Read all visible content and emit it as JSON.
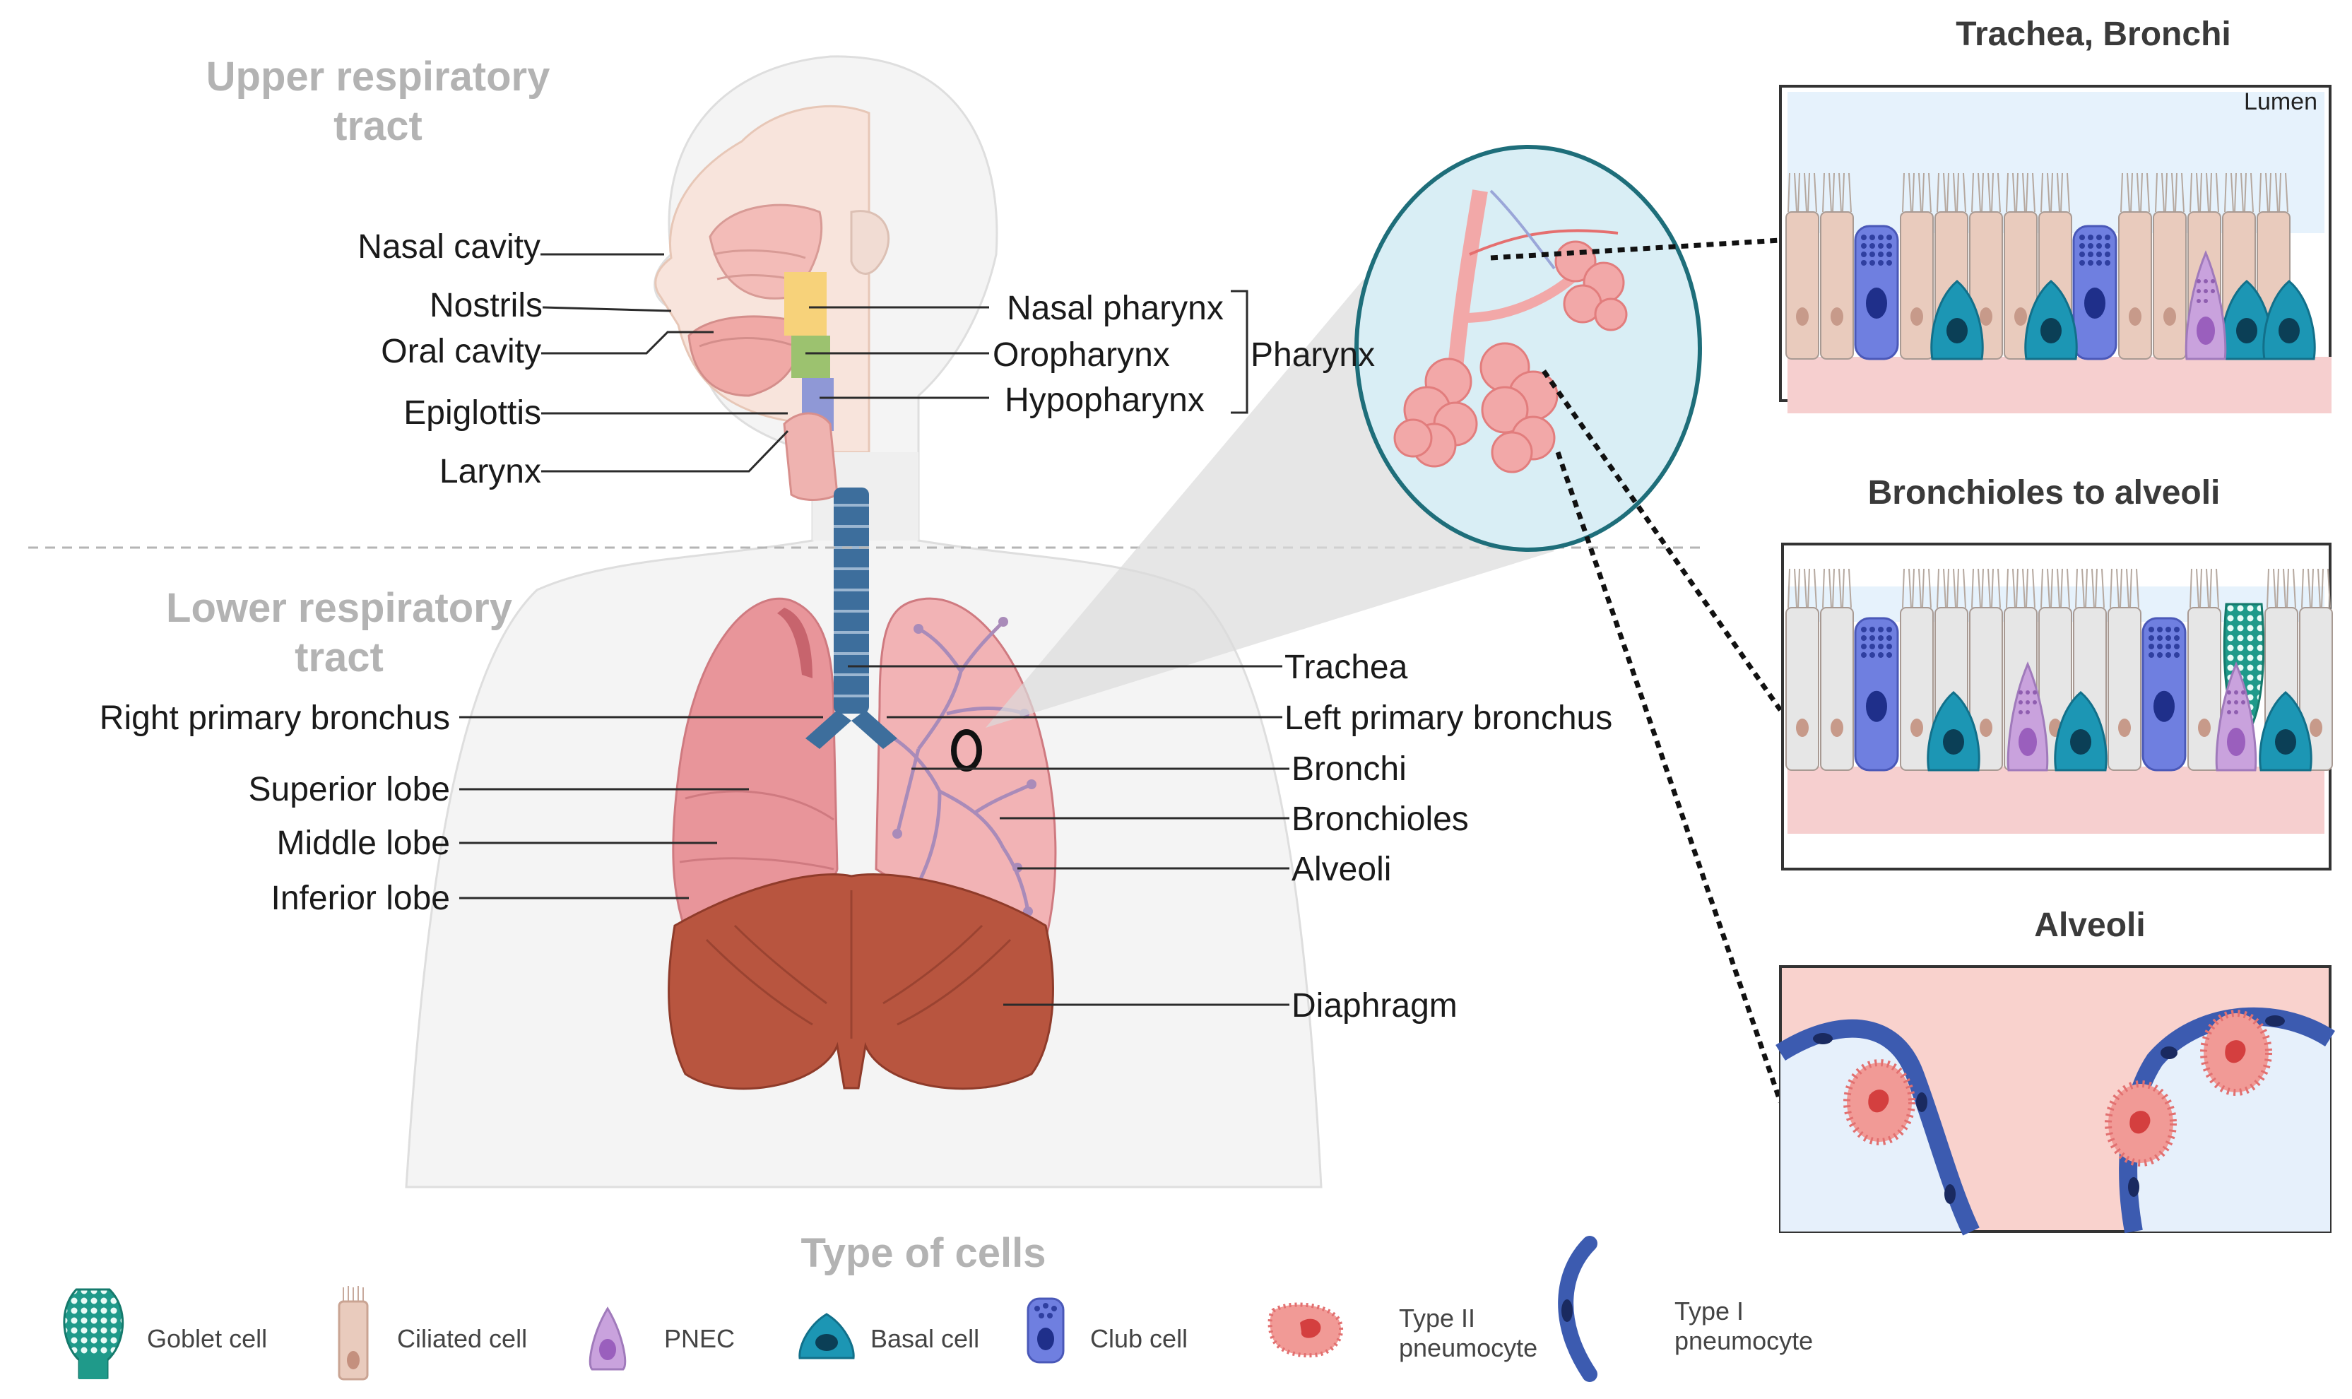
{
  "regions": {
    "upper": [
      "Upper respiratory",
      "tract"
    ],
    "lower": [
      "Lower respiratory",
      "tract"
    ]
  },
  "labels": {
    "nasal_cavity": "Nasal cavity",
    "nostrils": "Nostrils",
    "oral_cavity": "Oral cavity",
    "epiglottis": "Epiglottis",
    "larynx": "Larynx",
    "nasal_pharynx": "Nasal pharynx",
    "oropharynx": "Oropharynx",
    "hypopharynx": "Hypopharynx",
    "pharynx": "Pharynx",
    "right_primary_bronchus": "Right primary bronchus",
    "superior_lobe": "Superior lobe",
    "middle_lobe": "Middle lobe",
    "inferior_lobe": "Inferior lobe",
    "trachea": "Trachea",
    "left_primary_bronchus": "Left primary bronchus",
    "bronchi": "Bronchi",
    "bronchioles": "Bronchioles",
    "alveoli": "Alveoli",
    "diaphragm": "Diaphragm"
  },
  "panels": {
    "trachea_bronchi": {
      "title": "Trachea, Bronchi",
      "lumen": "Lumen"
    },
    "bronchioles": {
      "title": "Bronchioles to alveoli"
    },
    "alveoli": {
      "title": "Alveoli"
    }
  },
  "legend": {
    "title": "Type of cells",
    "items": {
      "goblet": "Goblet cell",
      "ciliated": "Ciliated cell",
      "pnec": "PNEC",
      "basal": "Basal cell",
      "club": "Club cell",
      "type2": [
        "Type II",
        "pneumocyte"
      ],
      "type1": [
        "Type I",
        "pneumocyte"
      ]
    }
  },
  "colors": {
    "lung": "#e8959a",
    "lung_light": "#f2b3b5",
    "diaphragm": "#b8553f",
    "trachea": "#3d6e9c",
    "body_outline": "#d9d9d9",
    "goblet": "#1f9a8a",
    "club": "#6f7fe0",
    "basal": "#1c96b4",
    "pnec": "#b58ad0",
    "ciliated": "#e9cbbd",
    "type2": "#ee8888",
    "type1": "#3c5bb0",
    "zoom_fill": "#d9eef5",
    "zoom_ring": "#1e6e7a"
  }
}
